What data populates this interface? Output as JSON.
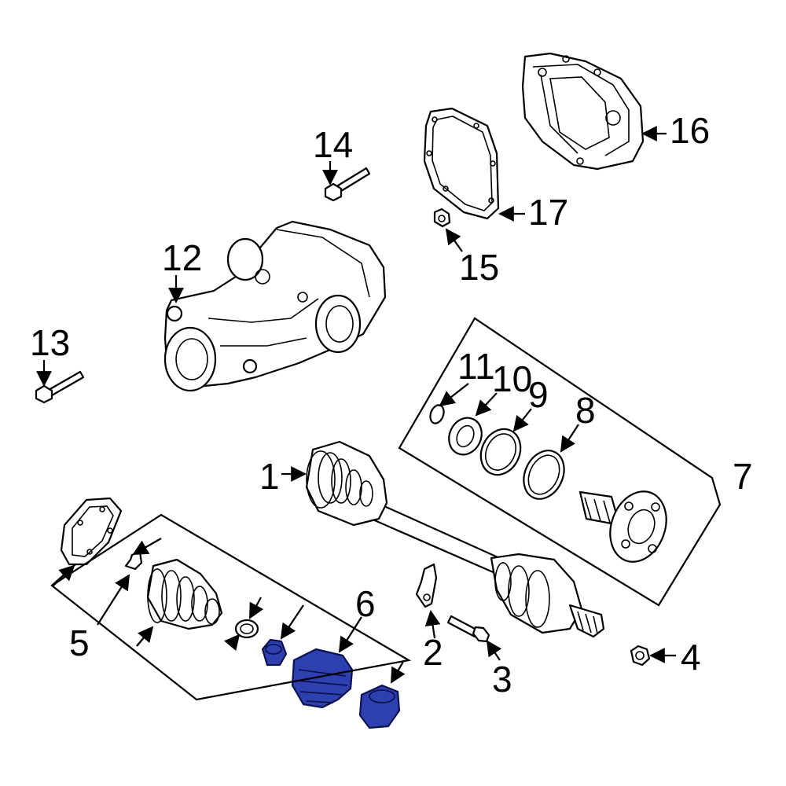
{
  "colors": {
    "background": "#ffffff",
    "line": "#000000",
    "highlight": "#2e3fb0"
  },
  "labels": {
    "l1": "1",
    "l2": "2",
    "l3": "3",
    "l4": "4",
    "l5": "5",
    "l6": "6",
    "l7": "7",
    "l8": "8",
    "l9": "9",
    "l10": "10",
    "l11": "11",
    "l12": "12",
    "l13": "13",
    "l14": "14",
    "l15": "15",
    "l16": "16",
    "l17": "17"
  },
  "highlighted_callout": "6"
}
